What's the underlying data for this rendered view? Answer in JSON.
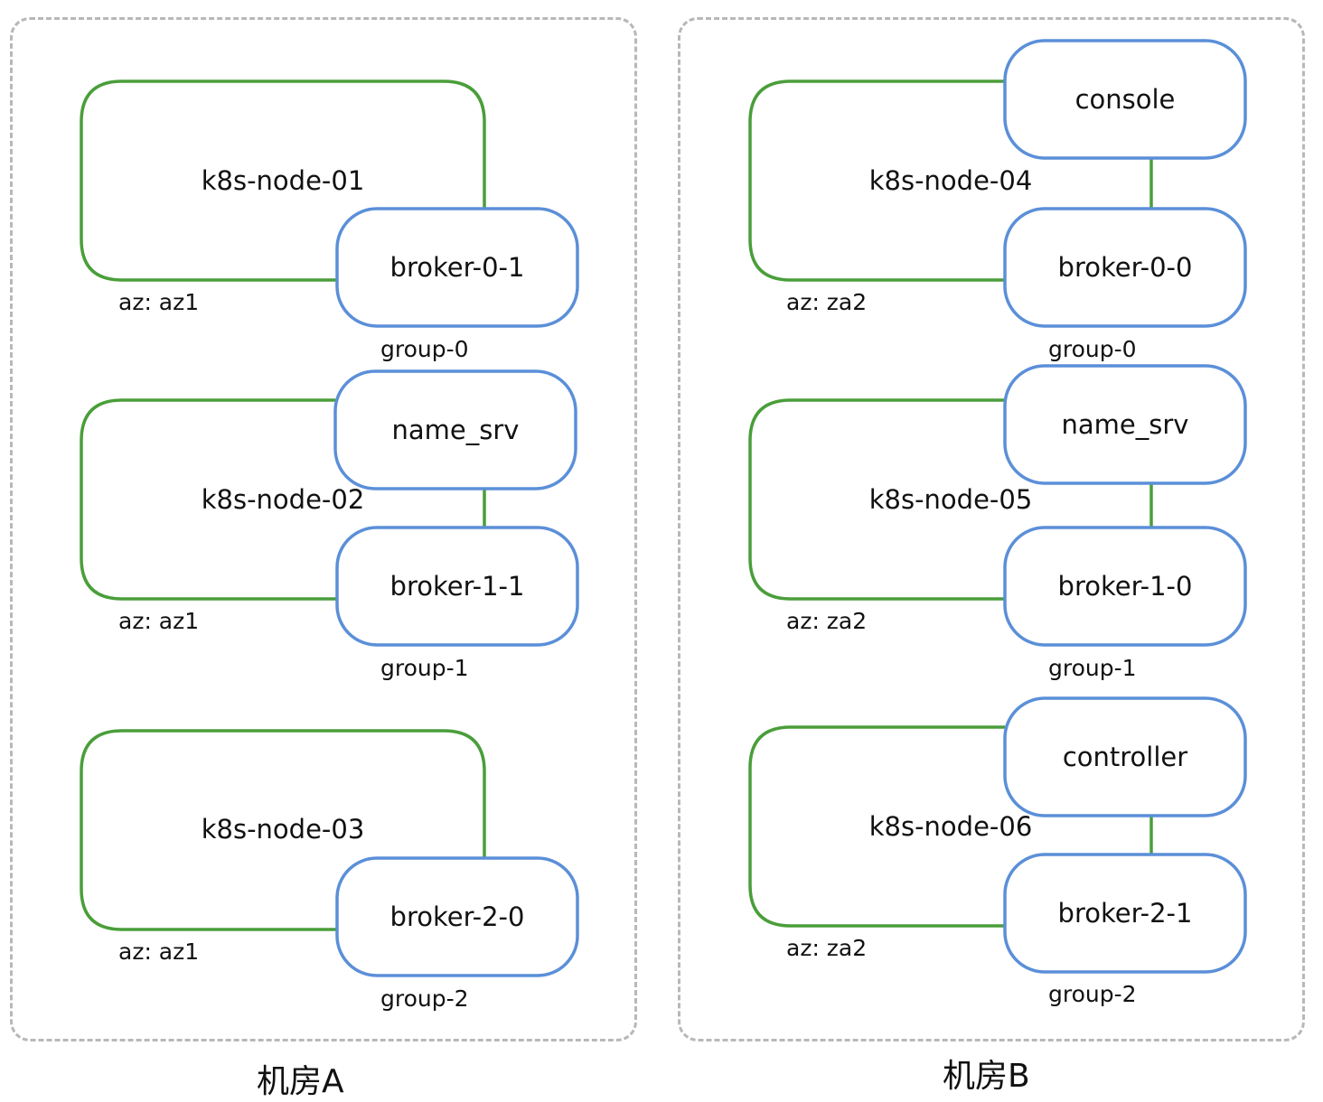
{
  "colors": {
    "node_stroke": "#4a9e3a",
    "pod_stroke": "#5b8fd8",
    "room_border": "#b8b8b8"
  },
  "rooms": [
    {
      "label": "机房A",
      "nodes": [
        {
          "name": "k8s-node-01",
          "az": "az: az1",
          "group": "group-0",
          "pods": [
            "broker-0-1"
          ]
        },
        {
          "name": "k8s-node-02",
          "az": "az: az1",
          "group": "group-1",
          "pods": [
            "name_srv",
            "broker-1-1"
          ]
        },
        {
          "name": "k8s-node-03",
          "az": "az: az1",
          "group": "group-2",
          "pods": [
            "broker-2-0"
          ]
        }
      ]
    },
    {
      "label": "机房B",
      "nodes": [
        {
          "name": "k8s-node-04",
          "az": "az: za2",
          "group": "group-0",
          "pods": [
            "console",
            "broker-0-0"
          ]
        },
        {
          "name": "k8s-node-05",
          "az": "az: za2",
          "group": "group-1",
          "pods": [
            "name_srv",
            "broker-1-0"
          ]
        },
        {
          "name": "k8s-node-06",
          "az": "az: za2",
          "group": "group-2",
          "pods": [
            "controller",
            "broker-2-1"
          ]
        }
      ]
    }
  ]
}
